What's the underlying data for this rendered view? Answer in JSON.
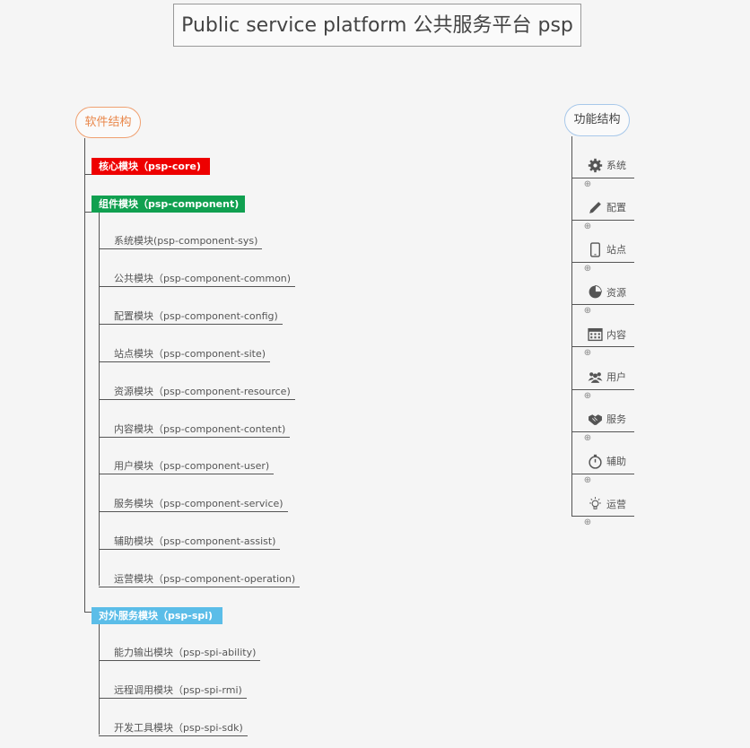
{
  "title": "Public service platform  公共服务平台  psp",
  "left_root": "软件结构",
  "right_root": "功能结构",
  "core": {
    "label": "核心模块（psp-core)",
    "color": "#ee0000"
  },
  "component": {
    "label": "组件模块（psp-component)",
    "color": "#10a050"
  },
  "component_children": [
    "系统模块(psp-component-sys)",
    "公共模块（psp-component-common)",
    "配置模块（psp-component-config)",
    "站点模块（psp-component-site)",
    "资源模块（psp-component-resource)",
    "内容模块（psp-component-content)",
    "用户模块（psp-component-user)",
    "服务模块（psp-component-service)",
    "辅助模块（psp-component-assist)",
    "运营模块（psp-component-operation)"
  ],
  "spi": {
    "label": "对外服务模块（psp-spi)",
    "color": "#5bbde8"
  },
  "spi_children": [
    "能力输出模块（psp-spi-ability)",
    "远程调用模块（psp-spi-rmi)",
    "开发工具模块（psp-spi-sdk)"
  ],
  "functions": [
    {
      "label": "系统",
      "icon": "gear-icon"
    },
    {
      "label": "配置",
      "icon": "pencil-icon"
    },
    {
      "label": "站点",
      "icon": "tablet-icon"
    },
    {
      "label": "资源",
      "icon": "pie-chart-icon"
    },
    {
      "label": "内容",
      "icon": "calendar-icon"
    },
    {
      "label": "用户",
      "icon": "users-icon"
    },
    {
      "label": "服务",
      "icon": "handshake-icon"
    },
    {
      "label": "辅助",
      "icon": "stopwatch-icon"
    },
    {
      "label": "运营",
      "icon": "lightbulb-icon"
    }
  ],
  "expand_symbol": "⊕"
}
